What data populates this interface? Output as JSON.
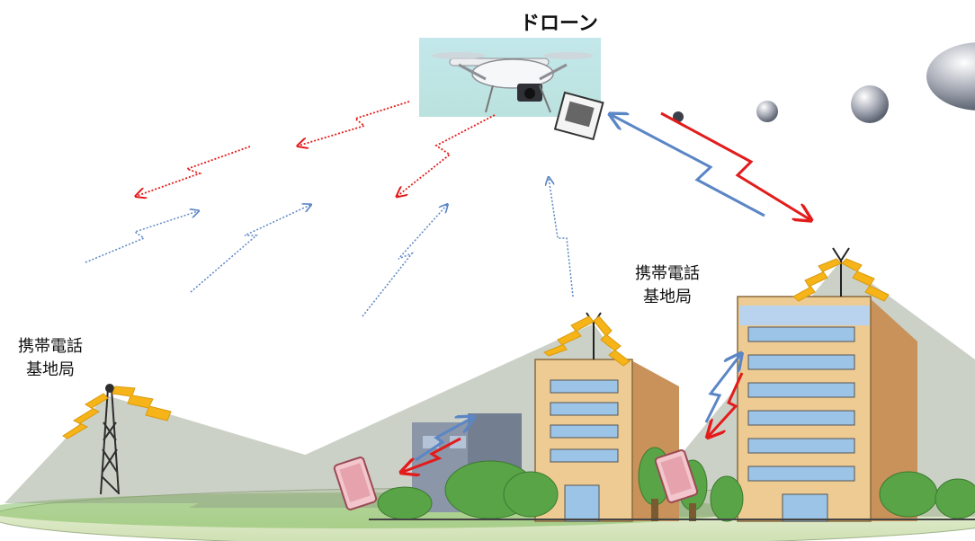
{
  "labels": {
    "drone": "ドローン",
    "station_left": {
      "line1": "携帯電話",
      "line2": "基地局"
    },
    "station_right": {
      "line1": "携帯電話",
      "line2": "基地局"
    }
  },
  "colors": {
    "uplink": "#5b86c6",
    "downlink": "#e31b1b",
    "antenna_wave": "#f6b419",
    "ground": "#d9e8c2",
    "coverage": "#9aa592",
    "building_tan": "#e9c58d",
    "window_blue": "#9cc4e6",
    "tree_green": "#58a447"
  }
}
